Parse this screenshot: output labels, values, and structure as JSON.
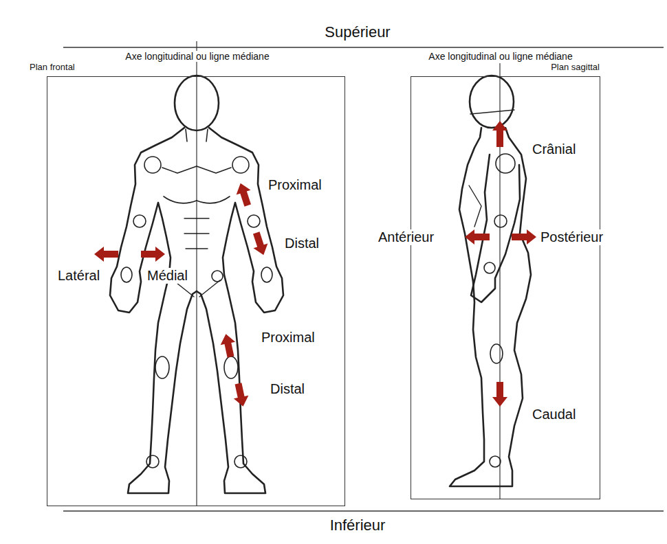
{
  "diagram": {
    "nodes": [
      {
        "text": [
          "Plan frontal",
          "Axe longitudinal ou ligne médiane"
        ]
      },
      {
        "text": [
          "Axe longitudinal ou ligne médiane",
          "Plan sagittal"
        ]
      }
    ],
    "labels": [
      "Supérieur",
      "Crânial",
      "Proximal",
      "Antérieur",
      "Postérieur",
      "Distal",
      "Latéral",
      "Médial",
      "Proximal",
      "Distal",
      "Caudal",
      "Inférieur"
    ]
  }
}
